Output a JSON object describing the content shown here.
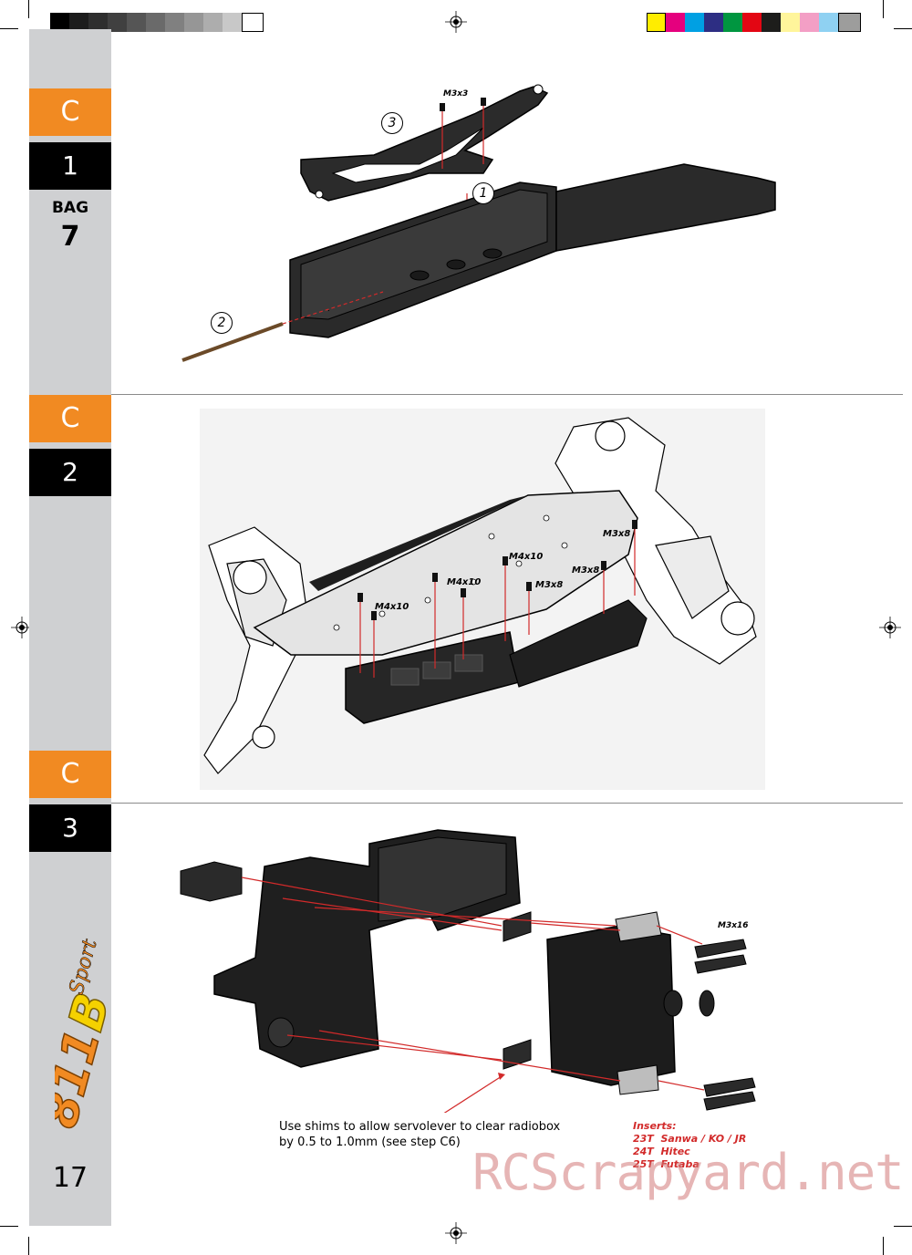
{
  "sidebar": {
    "steps": [
      {
        "letter": "C",
        "number": "1"
      },
      {
        "letter": "C",
        "number": "2"
      },
      {
        "letter": "C",
        "number": "3"
      }
    ],
    "bag_label": "BAG",
    "bag_number": "7",
    "page_number": "17"
  },
  "colors": {
    "accent_orange": "#f18a22",
    "sidebar_gray": "#cfd0d2",
    "guide_red": "#d22a2a"
  },
  "step_c1": {
    "part_label": "M3x3",
    "callouts": [
      "1",
      "2",
      "3"
    ]
  },
  "step_c2": {
    "labels": [
      "M3x8",
      "M4x10",
      "M3x8",
      "M4x10",
      "M3x8",
      "M4x10"
    ]
  },
  "step_c3": {
    "screw_label": "M3x16",
    "note_line1": "Use shims to allow servolever to clear radiobox",
    "note_line2": "by 0.5 to 1.0mm (see step C6)",
    "inserts": {
      "title": "Inserts:",
      "lines": [
        "23T  Sanwa / KO / JR",
        "24T  Hitec",
        "25T  Futaba"
      ]
    }
  },
  "branding": {
    "logo_text": "811 B Sport",
    "watermark": "RCScrapyard.net"
  }
}
